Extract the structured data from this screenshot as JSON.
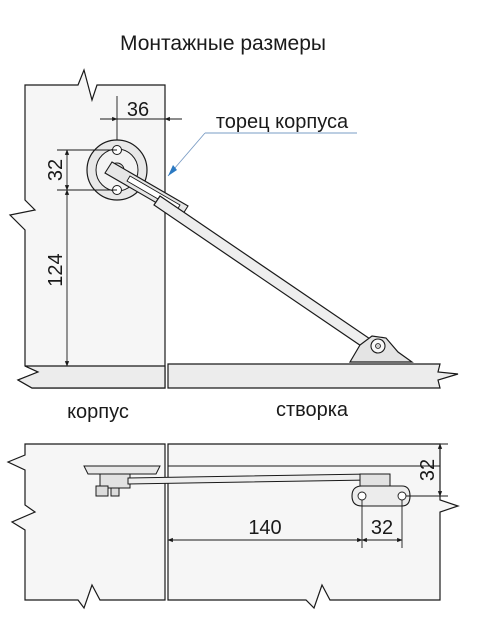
{
  "title": "Монтажные размеры",
  "labels": {
    "end_face": "торец корпуса",
    "body": "корпус",
    "door": "створка"
  },
  "dimensions": {
    "top_horizontal": "36",
    "top_vertical_small": "32",
    "top_vertical_large": "124",
    "bottom_vertical": "32",
    "bottom_horizontal_long": "140",
    "bottom_horizontal_short": "32"
  },
  "colors": {
    "line": "#1a1a1a",
    "panel_fill": "#f4f4f4",
    "arm_fill": "#eeeeee",
    "leader_accent": "#2b79c2"
  }
}
